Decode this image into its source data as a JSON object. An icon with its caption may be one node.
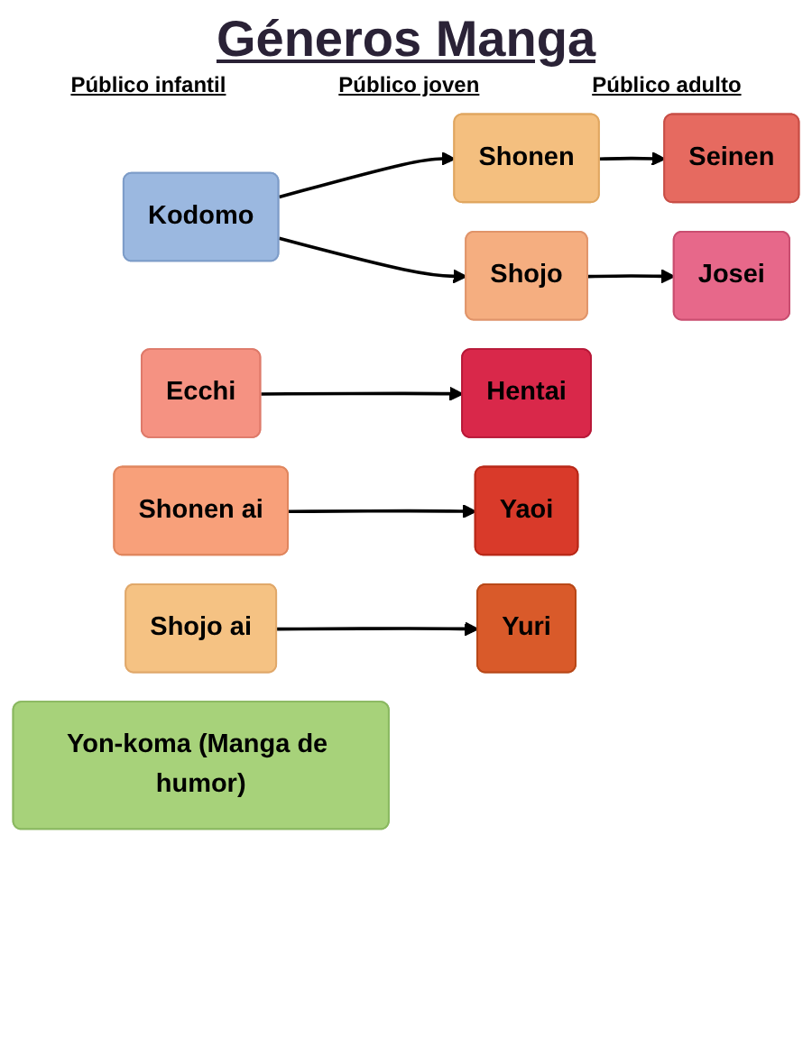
{
  "diagram": {
    "title": "Géneros Manga",
    "nodes": [
      {
        "text": [
          "Kodomo"
        ]
      },
      {
        "text": [
          "Shonen"
        ]
      },
      {
        "text": [
          "Seinen"
        ]
      },
      {
        "text": [
          "Shojo"
        ]
      },
      {
        "text": [
          "Josei"
        ]
      },
      {
        "text": [
          "Ecchi"
        ]
      },
      {
        "text": [
          "Hentai"
        ]
      },
      {
        "text": [
          "Shonen ai"
        ]
      },
      {
        "text": [
          "Yaoi"
        ]
      },
      {
        "text": [
          "Shojo ai"
        ]
      },
      {
        "text": [
          "Yuri"
        ]
      },
      {
        "text": [
          "Yon-koma (Manga de humor)"
        ]
      }
    ],
    "edges": [
      {
        "from": 0,
        "to": 1,
        "arrow": "to"
      },
      {
        "from": 0,
        "to": 3,
        "arrow": "to"
      },
      {
        "from": 1,
        "to": 2,
        "arrow": "to"
      },
      {
        "from": 3,
        "to": 4,
        "arrow": "to"
      },
      {
        "from": 5,
        "to": 6,
        "arrow": "to"
      },
      {
        "from": 7,
        "to": 8,
        "arrow": "to"
      },
      {
        "from": 9,
        "to": 10,
        "arrow": "to"
      }
    ],
    "labels": [
      "Público infantil",
      "Público joven",
      "Público adulto"
    ]
  }
}
